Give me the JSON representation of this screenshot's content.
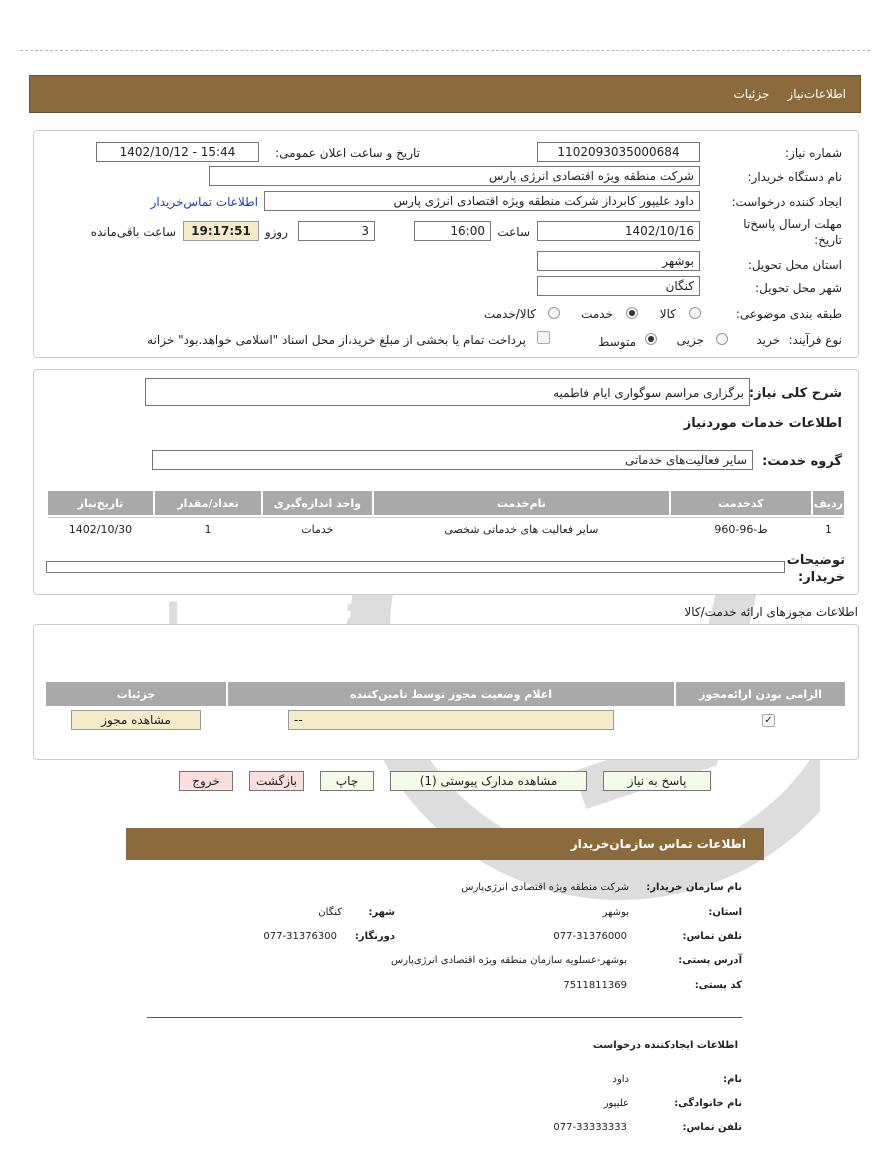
{
  "tabs": {
    "details": "جزئیات",
    "need_info": "اطلاعات‌نیاز"
  },
  "form": {
    "need_number_label": "شماره نیاز:",
    "need_number": "1102093035000684",
    "announce_label": "تاریخ و ساعت اعلان عمومی:",
    "announce_value": "1402/10/12 - 15:44",
    "buyer_org_label": "نام دستگاه خریدار:",
    "buyer_org": "شرکت منطقه ویژه اقتصادی انرژی پارس",
    "creator_label": "ایجاد کننده درخواست:",
    "creator": "داود علیپور کابرداز شرکت منطقه ویژه اقتصادی انرژی پارس",
    "contact_link": "اطلاعات تماس‌خریدار",
    "deadline_label_1": "مهلت ارسال پاسخ‌تا",
    "deadline_label_2": "تاریخ:",
    "deadline_date": "1402/10/16",
    "time_label": "ساعت",
    "deadline_time": "16:00",
    "days_value": "3",
    "days_label": "روزو",
    "remaining_time": "19:17:51",
    "remaining_label": "ساعت باقی‌مانده",
    "province_label": "استان محل تحویل:",
    "province": "بوشهر",
    "city_label": "شهر محل تحویل:",
    "city": "کنگان",
    "category_label": "طبقه بندی موضوعی:",
    "category_options": [
      "کالا",
      "خدمت",
      "کالا/خدمت"
    ],
    "category_selected": "خدمت",
    "process_label": "نوع فرآیند:",
    "process_buy": "خرید",
    "process_options": [
      "جزیی",
      "متوسط"
    ],
    "process_selected": "متوسط",
    "payment_note": "پرداخت تمام یا بخشی از مبلغ خرید،از محل اسناد \"اسلامی خواهد.بود\" خزانه"
  },
  "need": {
    "summary_label": "شرح کلی نیاز:",
    "summary": "برگزاری مراسم سوگواری ایام فاطمیه",
    "services_title": "اطلاعات خدمات موردنیاز",
    "group_label": "گروه خدمت:",
    "group": "سایر فعالیت‌های خدماتی",
    "table_headers": [
      "ردیف",
      "کدخدمت",
      "نام‌خدمت",
      "واحد اندازه‌گیری",
      "تعداد/مقدار",
      "تاریخ‌نیاز"
    ],
    "table_rows": [
      [
        "1",
        "ط-96-960",
        "سایر فعالیت های خدماتی شخصی",
        "خدمات",
        "1",
        "1402/10/30"
      ]
    ],
    "buyer_notes_label_1": "توضیحات",
    "buyer_notes_label_2": "خریدار:"
  },
  "permits": {
    "title": "اطلاعات مجوزهای ارائه خدمت/کالا",
    "headers": [
      "الزامی بودن ارائه‌مجوز",
      "اعلام وضعیت مجوز توسط تامین‌کننده",
      "جزئیات"
    ],
    "status_value": "--",
    "view_button": "مشاهده مجوز"
  },
  "actions": {
    "reply": "پاسخ به نیاز",
    "attachments": "مشاهده مدارک پیوستی (1)",
    "print": "چاپ",
    "back": "بازگشت",
    "exit": "خروج"
  },
  "contact": {
    "title": "اطلاعات تماس سازمان‌خریدار",
    "org_label": "نام سازمان خریدار:",
    "org": "شرکت منطقه ویژه اقتصادی انرژی‌پارس",
    "province_label": "استان:",
    "province": "بوشهر",
    "city_label": "شهر:",
    "city": "کنگان",
    "phone_label": "تلفن تماس:",
    "phone": "077-31376000",
    "fax_label": "دورنگار:",
    "fax": "077-31376300",
    "address_label": "آدرس پستی:",
    "address": "بوشهر-عسلویه سازمان منطقه ویژه اقتصادی انرژی‌پارس",
    "postal_label": "کد پستی:",
    "postal": "7511811369",
    "creator_title": "اطلاعات ایجادکننده درخواست",
    "name_label": "نام:",
    "name": "داود",
    "family_label": "نام خانوادگی:",
    "family": "علیپور",
    "creator_phone_label": "تلفن تماس:",
    "creator_phone": "077-33333333"
  },
  "watermark": {
    "text": "گستران"
  },
  "colors": {
    "header": "#8b6a3e",
    "timer_bg": "#f4ecc9",
    "table_header": "#a9a9a9",
    "link": "#1a3fb5"
  }
}
